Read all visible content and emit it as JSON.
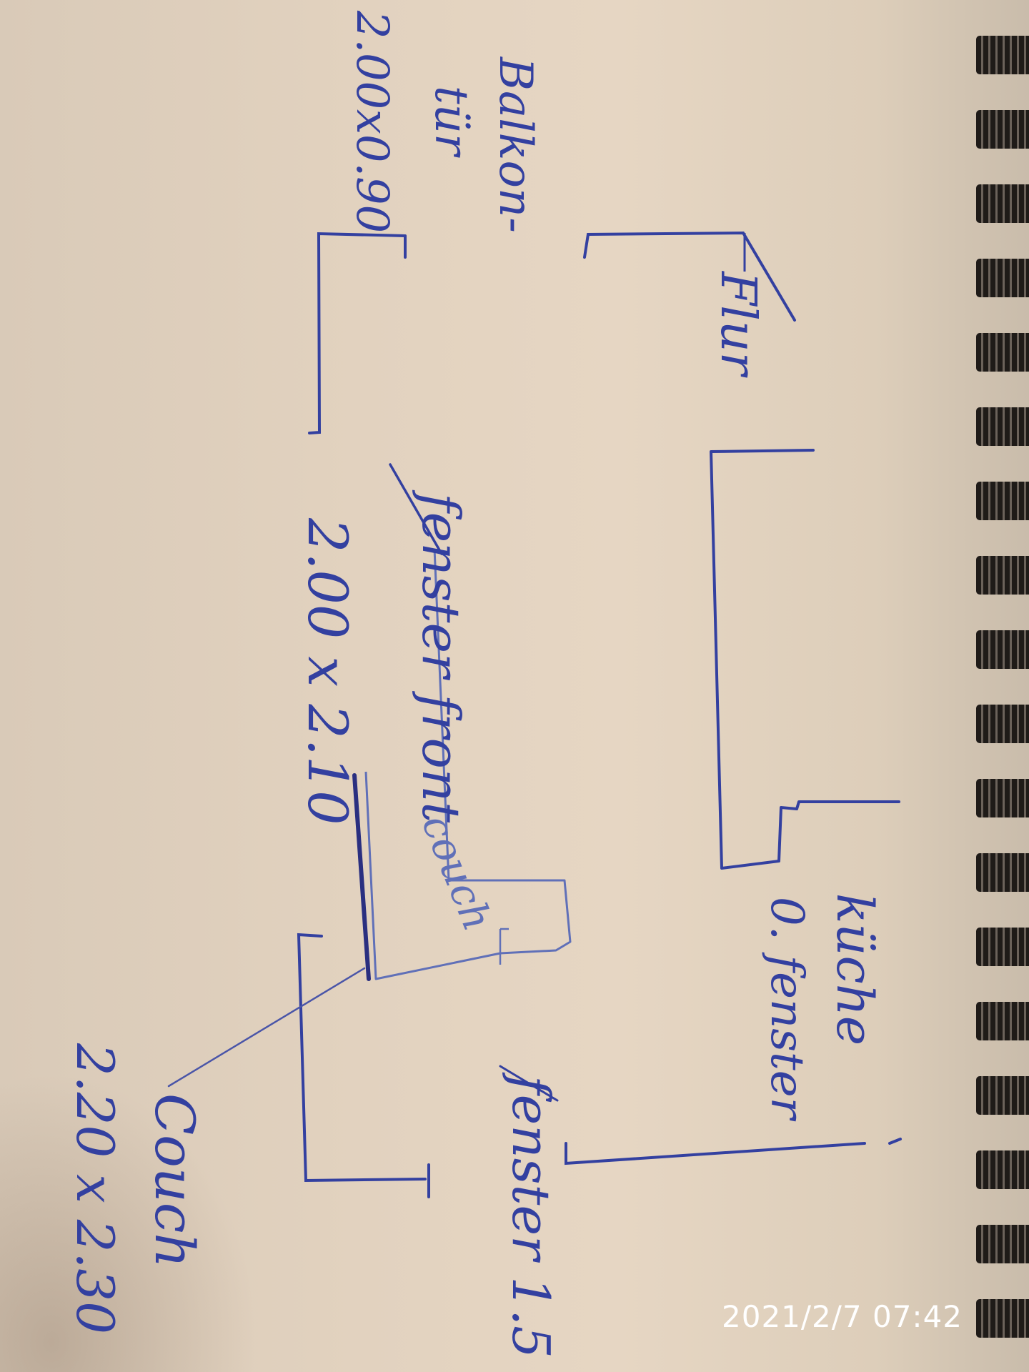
{
  "labels": {
    "balkon_tur": "Balkon-",
    "balkon_tur_2": "tür",
    "balkon_size": "2.00x0.90",
    "flur": "Flur",
    "kuche": "küche",
    "kuche_fenster": "0. fenster",
    "fenster_front": "fenster front",
    "fenster_front_size": "2.00 x 2.10",
    "couch_inner": "couch",
    "couch": "Couch",
    "couch_size": "2.20 x 2.30",
    "fenster_right": "fenster 1.5"
  },
  "timestamp": "2021/2/7 07:42",
  "colors": {
    "ink": "#3340a0",
    "ink_light": "#6070b8",
    "paper": "#e2d2bf"
  }
}
